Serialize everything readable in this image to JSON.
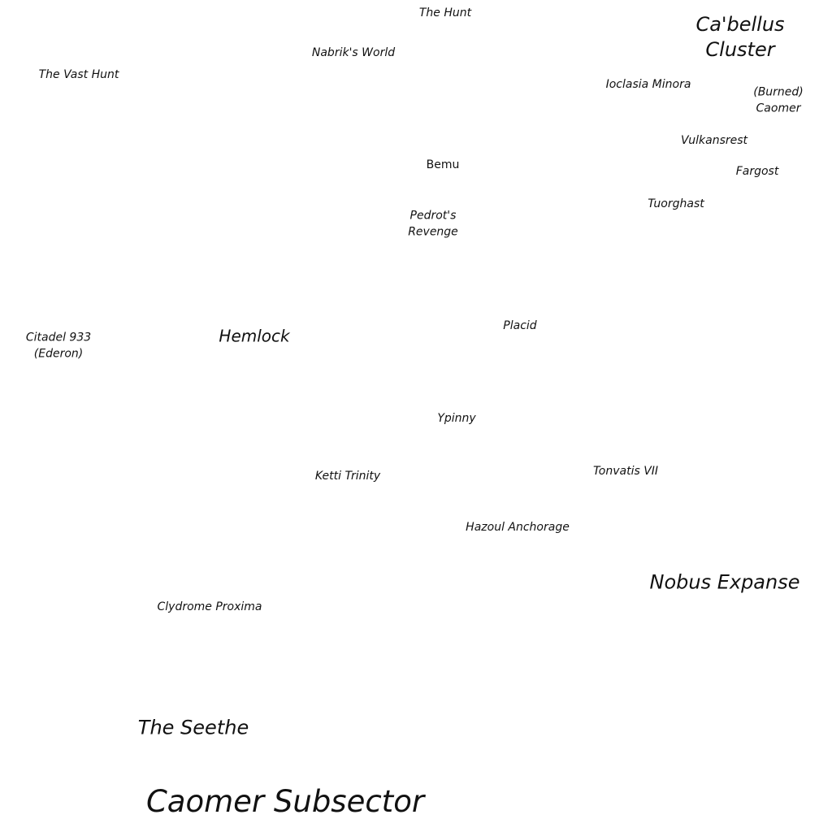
{
  "title": "Caomer Subsector",
  "regions": {
    "cabellus": [
      "Ca'bellus",
      "Cluster"
    ],
    "nobus": "Nobus Expanse",
    "seethe": "The Seethe"
  },
  "systems": {
    "the_hunt": "The Hunt",
    "nabrik": "Nabrik's World",
    "vast_hunt": "The Vast Hunt",
    "ioclasia": "Ioclasia Minora",
    "burned_caomer": [
      "(Burned)",
      "Caomer"
    ],
    "vulkansrest": "Vulkansrest",
    "bemu": "Bemu",
    "fargost": "Fargost",
    "tuorghast": "Tuorghast",
    "pedrot": [
      "Pedrot's",
      "Revenge"
    ],
    "citadel": [
      "Citadel 933",
      "(Ederon)"
    ],
    "hemlock": "Hemlock",
    "placid": "Placid",
    "ypinny": "Ypinny",
    "ketti": "Ketti Trinity",
    "tonvatis": "Tonvatis VII",
    "hazoul": "Hazoul Anchorage",
    "clydrome": "Clydrome Proxima"
  }
}
